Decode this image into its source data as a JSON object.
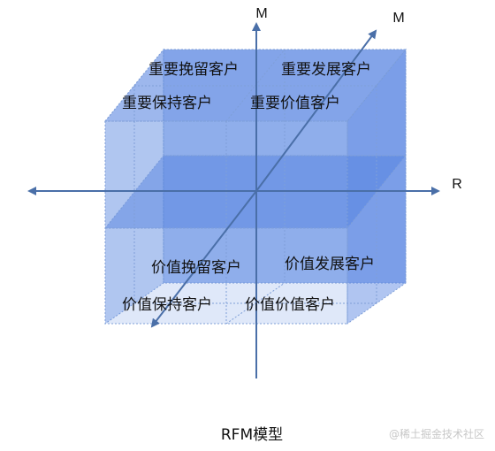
{
  "diagram": {
    "axes": {
      "vertical_label": "M",
      "diagonal_label": "M",
      "horizontal_label": "R"
    },
    "segments": {
      "top_back_left": "重要挽留客户",
      "top_back_right": "重要发展客户",
      "top_front_left": "重要保持客户",
      "top_front_right": "重要价值客户",
      "bottom_back_left": "价值挽留客户",
      "bottom_back_right": "价值发展客户",
      "bottom_front_left": "价值保持客户",
      "bottom_front_right": "价值价值客户"
    },
    "caption": "RFM模型",
    "watermark": "@稀土掘金技术社区"
  },
  "colors": {
    "axis": "#4a6fa8",
    "cube_fill": "#4f7fe0",
    "cube_edge": "#7f9fd8",
    "text": "#111111",
    "watermark": "#c7c7c7"
  }
}
